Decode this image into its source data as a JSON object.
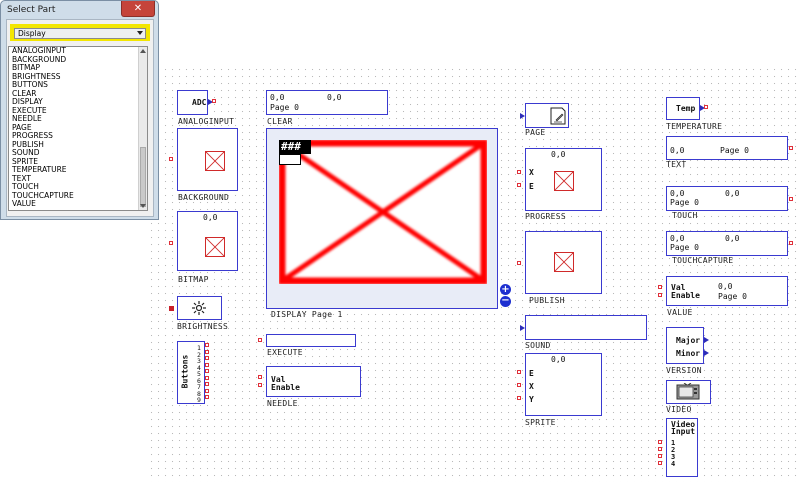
{
  "dialog": {
    "title": "Select Part",
    "close_glyph": "✕",
    "selected": "Display",
    "items": [
      "ANALOGINPUT",
      "BACKGROUND",
      "BITMAP",
      "BRIGHTNESS",
      "BUTTONS",
      "CLEAR",
      "DISPLAY",
      "EXECUTE",
      "NEEDLE",
      "PAGE",
      "PROGRESS",
      "PUBLISH",
      "SOUND",
      "SPRITE",
      "TEMPERATURE",
      "TEXT",
      "TOUCH",
      "TOUCHCAPTURE",
      "VALUE"
    ]
  },
  "parts": {
    "analoginput": {
      "name": "ANALOGINPUT",
      "text": "ADC"
    },
    "background": {
      "name": "BACKGROUND"
    },
    "bitmap": {
      "name": "BITMAP",
      "value": "0,0"
    },
    "brightness": {
      "name": "BRIGHTNESS",
      "icon": "sun-icon"
    },
    "buttons": {
      "name": "BUTTONS",
      "vert_label": "Buttons",
      "pins": [
        "1",
        "2",
        "3",
        "4",
        "5",
        "6",
        "7",
        "8",
        "9"
      ]
    },
    "clear": {
      "name": "CLEAR",
      "line1a": "0,0",
      "line1b": "0,0",
      "line2": "Page 0"
    },
    "display": {
      "name": "DISPLAY Page 1",
      "badge": "###"
    },
    "execute": {
      "name": "EXECUTE"
    },
    "needle": {
      "name": "NEEDLE",
      "line1": "Val",
      "line2": "Enable"
    },
    "page": {
      "name": "PAGE",
      "icon": "page-icon"
    },
    "progress": {
      "name": "PROGRESS",
      "value": "0,0",
      "pin_x": "X",
      "pin_e": "E"
    },
    "publish": {
      "name": "PUBLISH"
    },
    "sound": {
      "name": "SOUND"
    },
    "sprite": {
      "name": "SPRITE",
      "value": "0,0",
      "pin_e": "E",
      "pin_x": "X",
      "pin_y": "Y"
    },
    "temperature": {
      "name": "TEMPERATURE",
      "text": "Temp"
    },
    "text": {
      "name": "TEXT",
      "value": "0,0",
      "page": "Page 0"
    },
    "touch": {
      "name": "TOUCH",
      "value1": "0,0",
      "value2": "0,0",
      "page": "Page 0"
    },
    "touchcapture": {
      "name": "TOUCHCAPTURE",
      "value1": "0,0",
      "value2": "0,0",
      "page": "Page 0"
    },
    "value": {
      "name": "VALUE",
      "line1": "Val",
      "line2": "Enable",
      "value": "0,0",
      "page": "Page 0"
    },
    "version": {
      "name": "VERSION",
      "major": "Major",
      "minor": "Minor"
    },
    "video": {
      "name": "VIDEO",
      "icon": "tv-icon"
    },
    "videoinput": {
      "line1": "Video",
      "line2": "Input",
      "pins": [
        "1",
        "2",
        "3",
        "4"
      ]
    }
  },
  "zoom": {
    "plus": "+",
    "minus": "−"
  },
  "colors": {
    "accent": "#3a3ad0",
    "pin": "#e0303a",
    "display_red": "#ff0000",
    "highlight": "#f3e600"
  }
}
